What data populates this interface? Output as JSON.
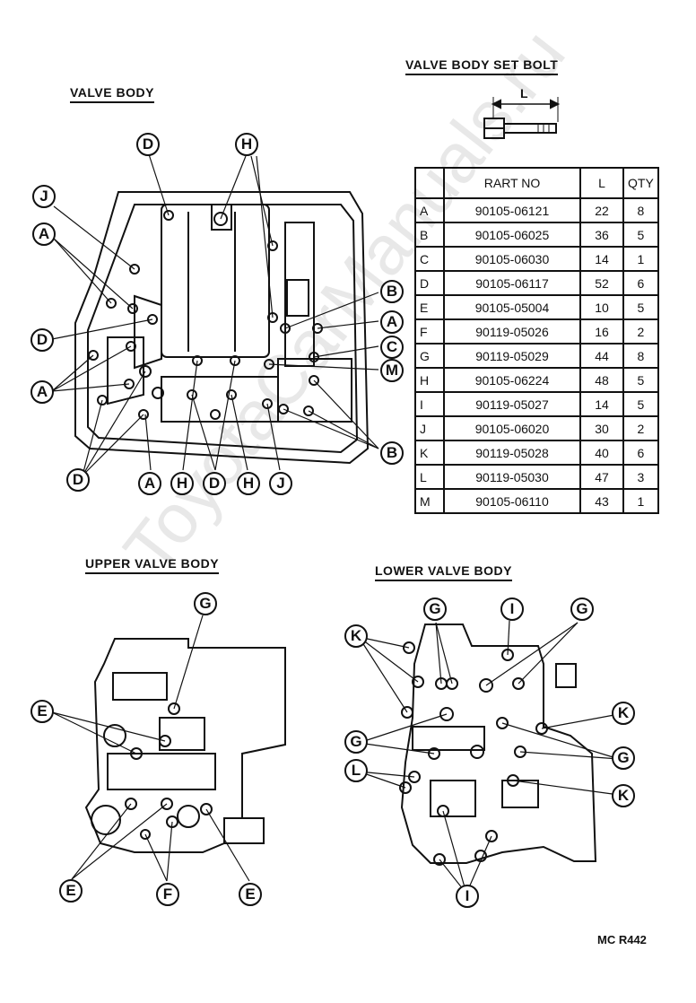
{
  "headings": {
    "valve_body": "VALVE BODY",
    "set_bolt": "VALVE BODY SET BOLT",
    "upper": "UPPER VALVE BODY",
    "lower": "LOWER VALVE BODY"
  },
  "bolt_dimension_label": "L",
  "table": {
    "headers": [
      "",
      "RART NO",
      "L",
      "QTY"
    ],
    "rows": [
      {
        "letter": "A",
        "part": "90105-06121",
        "length": "22",
        "qty": "8"
      },
      {
        "letter": "B",
        "part": "90105-06025",
        "length": "36",
        "qty": "5"
      },
      {
        "letter": "C",
        "part": "90105-06030",
        "length": "14",
        "qty": "1"
      },
      {
        "letter": "D",
        "part": "90105-06117",
        "length": "52",
        "qty": "6"
      },
      {
        "letter": "E",
        "part": "90105-05004",
        "length": "10",
        "qty": "5"
      },
      {
        "letter": "F",
        "part": "90119-05026",
        "length": "16",
        "qty": "2"
      },
      {
        "letter": "G",
        "part": "90119-05029",
        "length": "44",
        "qty": "8"
      },
      {
        "letter": "H",
        "part": "90105-06224",
        "length": "48",
        "qty": "5"
      },
      {
        "letter": "I",
        "part": "90119-05027",
        "length": "14",
        "qty": "5"
      },
      {
        "letter": "J",
        "part": "90105-06020",
        "length": "30",
        "qty": "2"
      },
      {
        "letter": "K",
        "part": "90119-05028",
        "length": "40",
        "qty": "6"
      },
      {
        "letter": "L",
        "part": "90119-05030",
        "length": "47",
        "qty": "3"
      },
      {
        "letter": "M",
        "part": "90105-06110",
        "length": "43",
        "qty": "1"
      }
    ]
  },
  "callouts": {
    "valve_body": [
      "D",
      "H",
      "J",
      "A",
      "D",
      "A",
      "D",
      "A",
      "H",
      "D",
      "H",
      "J",
      "B",
      "A",
      "C",
      "M",
      "B"
    ],
    "upper": [
      "G",
      "E",
      "E",
      "F",
      "E"
    ],
    "lower": [
      "G",
      "I",
      "G",
      "K",
      "K",
      "G",
      "G",
      "L",
      "K",
      "I"
    ]
  },
  "watermark": "ToyotaCarManuals.ru",
  "model_code": "MC R442"
}
